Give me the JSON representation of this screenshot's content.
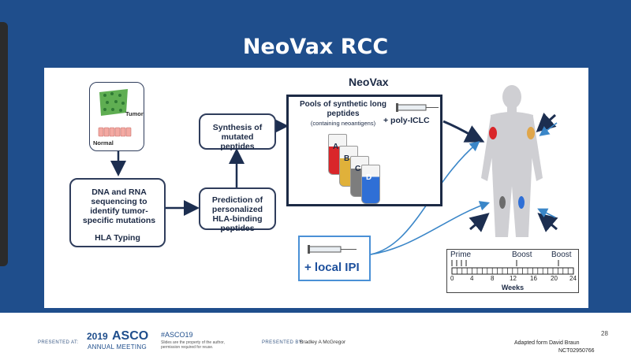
{
  "slide": {
    "title": "NeoVax RCC",
    "page_number": "28",
    "footer": {
      "presented_at_label": "PRESENTED AT:",
      "meeting_year": "2019",
      "meeting_org": "ASCO",
      "meeting_name": "ANNUAL MEETING",
      "hashtag": "#ASCO19",
      "disclaimer_line1": "Slides are the property of the author,",
      "disclaimer_line2": "permission required for reuse.",
      "presented_by_label": "PRESENTED BY:",
      "presenter": "Bradley A McGregor",
      "credit": "Adapted form David Braun",
      "trial_id": "NCT02950766"
    }
  },
  "diagram": {
    "tumor_label": "Tumor",
    "normal_label": "Normal",
    "box_sequencing": "DNA and RNA sequencing to identify tumor-specific mutations",
    "box_hla_typing": "HLA Typing",
    "box_prediction": "Prediction of personalized HLA-binding peptides",
    "box_synthesis": "Synthesis of mutated peptides",
    "neovax_label": "NeoVax",
    "pools_title": "Pools of synthetic long peptides",
    "pools_subtitle": "(containing neoantigens)",
    "poly_iclc": "+ poly-ICLC",
    "vial_labels": [
      "A",
      "B",
      "C",
      "D"
    ],
    "local_ipi": "+ local IPI",
    "timeline": {
      "prime_label": "Prime",
      "boost1_label": "Boost",
      "boost2_label": "Boost",
      "ticks": [
        "0",
        "4",
        "8",
        "12",
        "16",
        "20",
        "24"
      ],
      "axis_label": "Weeks"
    }
  },
  "colors": {
    "slide_bg": "#1f4e8c",
    "box_border": "#2f3d5c",
    "arrow": "#1c2e50",
    "ipi_border": "#4a90d6",
    "vial_a": "#d9262a",
    "vial_b": "#e0b13a",
    "vial_c": "#7d7d7d",
    "vial_d": "#2f6fd6"
  }
}
